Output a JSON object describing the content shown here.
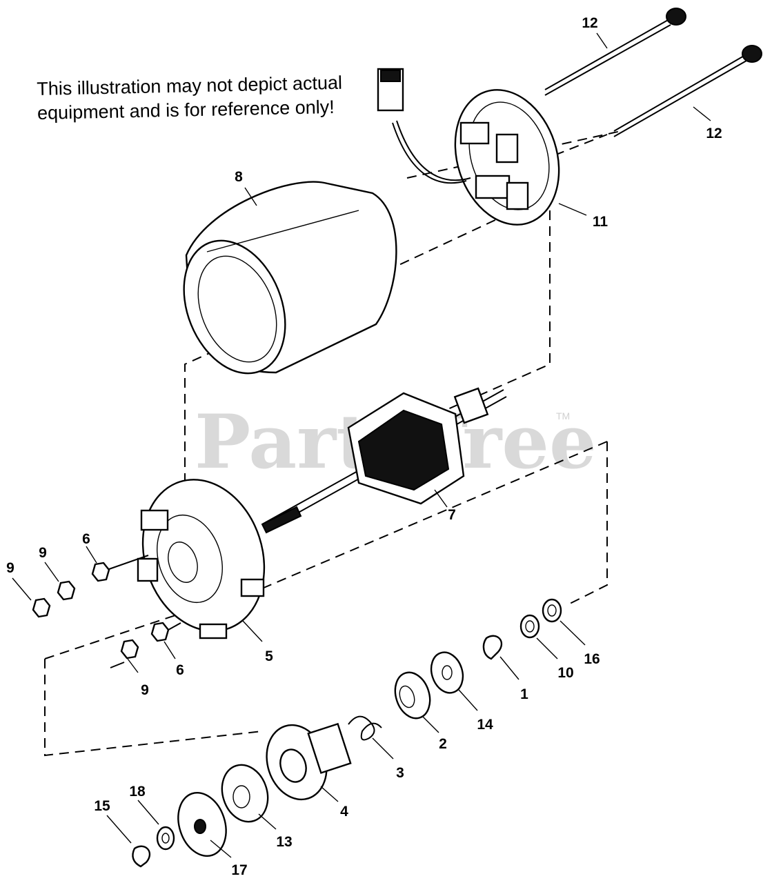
{
  "disclaimer": {
    "line1": "This illustration may not depict actual",
    "line2": "equipment and is for reference only!"
  },
  "watermark": {
    "text": "PartsTree",
    "trademark": "TM"
  },
  "callouts": {
    "c12a": "12",
    "c12b": "12",
    "c11": "11",
    "c8": "8",
    "c7": "7",
    "c9a": "9",
    "c9b": "9",
    "c6a": "6",
    "c9c": "9",
    "c6b": "6",
    "c5": "5",
    "c1": "1",
    "c10": "10",
    "c16": "16",
    "c14": "14",
    "c2": "2",
    "c3": "3",
    "c4": "4",
    "c13": "13",
    "c17": "17",
    "c18": "18",
    "c15": "15"
  },
  "colors": {
    "ink": "#000000",
    "watermark": "#d9d9d9",
    "background": "#ffffff"
  }
}
